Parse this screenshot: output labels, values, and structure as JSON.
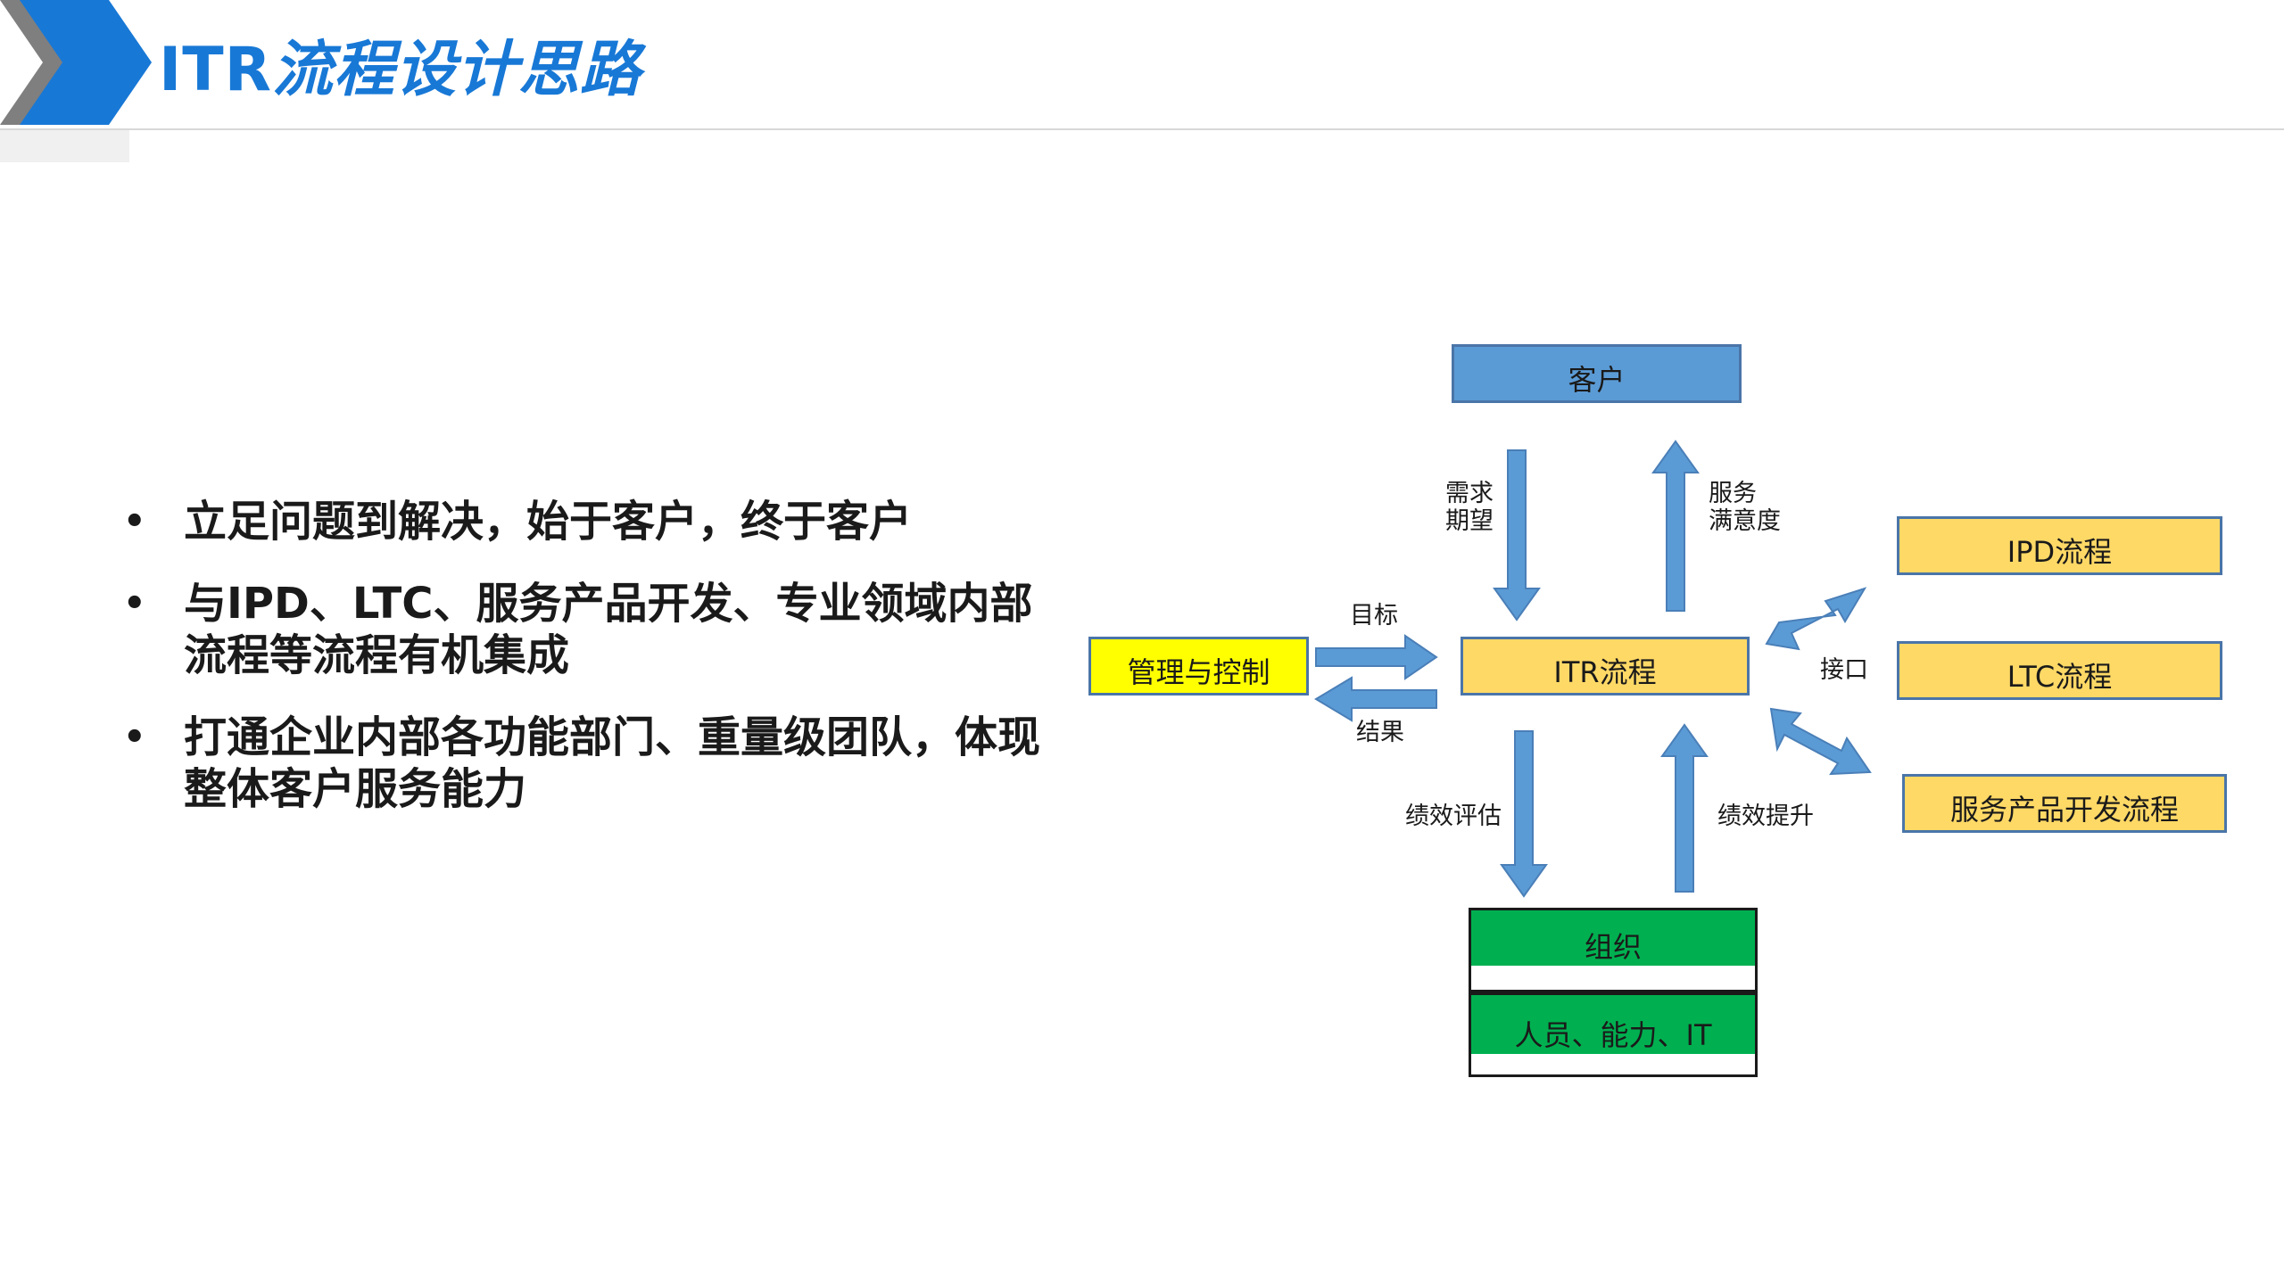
{
  "header": {
    "title_part1": "ITR",
    "title_part2": "流程设计思路",
    "colors": {
      "dark_gray": "#7f7f7f",
      "blue": "#1878d6"
    }
  },
  "bullets": [
    {
      "text": "立足问题到解决，始于客户，终于客户"
    },
    {
      "text": "与IPD、LTC、服务产品开发、专业领域内部流程等流程有机集成"
    },
    {
      "text": "打通企业内部各功能部门、重量级团队，体现整体客户服务能力"
    }
  ],
  "diagram": {
    "boxes": {
      "customer": "客户",
      "itr": "ITR流程",
      "management": "管理与控制",
      "ipd": "IPD流程",
      "ltc": "LTC流程",
      "service_dev": "服务产品开发流程",
      "org": "组织",
      "people": "人员、能力、IT"
    },
    "labels": {
      "demand_line1": "需求",
      "demand_line2": "期望",
      "satisfaction_line1": "服务",
      "satisfaction_line2": "满意度",
      "target": "目标",
      "result": "结果",
      "interface": "接口",
      "perf_eval": "绩效评估",
      "perf_improve": "绩效提升"
    },
    "colors": {
      "customer_fill": "#5b9bd5",
      "process_fill": "#ffd966",
      "management_fill": "#ffff00",
      "org_fill": "#00b050",
      "arrow_fill": "#5b9bd5",
      "box_border": "#4a75a8"
    }
  }
}
